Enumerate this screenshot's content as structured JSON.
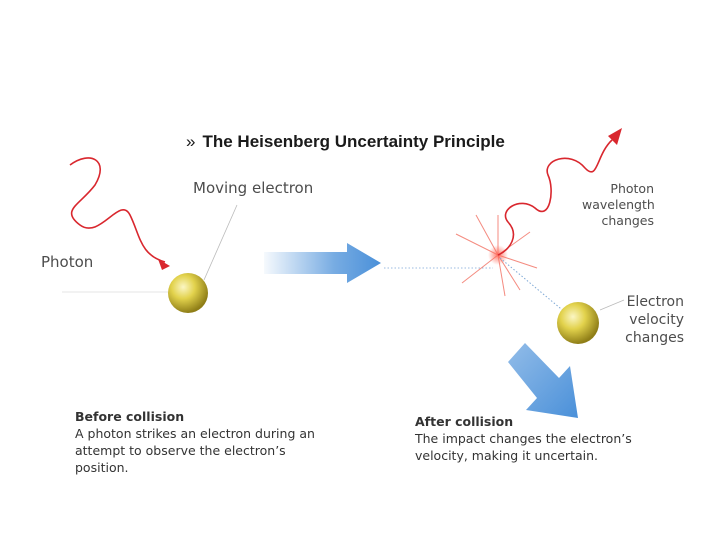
{
  "title": {
    "marker": "»",
    "text": "The Heisenberg Uncertainty Principle"
  },
  "labels": {
    "moving_electron": "Moving electron",
    "photon": "Photon",
    "photon_wavelength_changes": "Photon\nwavelength\nchanges",
    "electron_velocity_changes": "Electron\nvelocity\nchanges"
  },
  "captions": {
    "before": {
      "heading": "Before collision",
      "body": "A photon strikes an electron during an\nattempt to observe the electron’s\nposition."
    },
    "after": {
      "heading": "After collision",
      "body": "The impact changes the electron’s\nvelocity, making it uncertain."
    }
  },
  "colors": {
    "photon_wave": "#d9272e",
    "electron": "#d8c63c",
    "arrow_blue": "#4a90d9",
    "label_text": "#4d4d4d"
  }
}
